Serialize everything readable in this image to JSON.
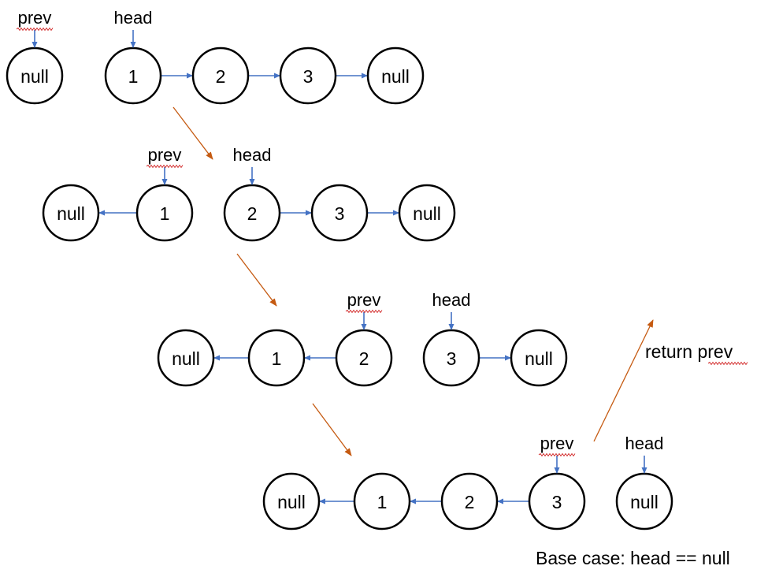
{
  "steps": [
    {
      "prev": "null",
      "reversed": [],
      "remaining": [
        "1",
        "2",
        "3",
        "null"
      ]
    },
    {
      "prev": "1",
      "reversed": [
        "null"
      ],
      "remaining": [
        "2",
        "3",
        "null"
      ]
    },
    {
      "prev": "2",
      "reversed": [
        "null",
        "1"
      ],
      "remaining": [
        "3",
        "null"
      ]
    },
    {
      "prev": "3",
      "reversed": [
        "null",
        "1",
        "2"
      ],
      "remaining": [
        "null"
      ]
    }
  ],
  "labels": {
    "prev": "prev",
    "head": "head"
  },
  "return_label": "return prev",
  "base_case_label": "Base case: head == null",
  "colors": {
    "pointer_arrow": "#4472c4",
    "step_arrow": "#c55a11",
    "node_stroke": "#000000"
  }
}
